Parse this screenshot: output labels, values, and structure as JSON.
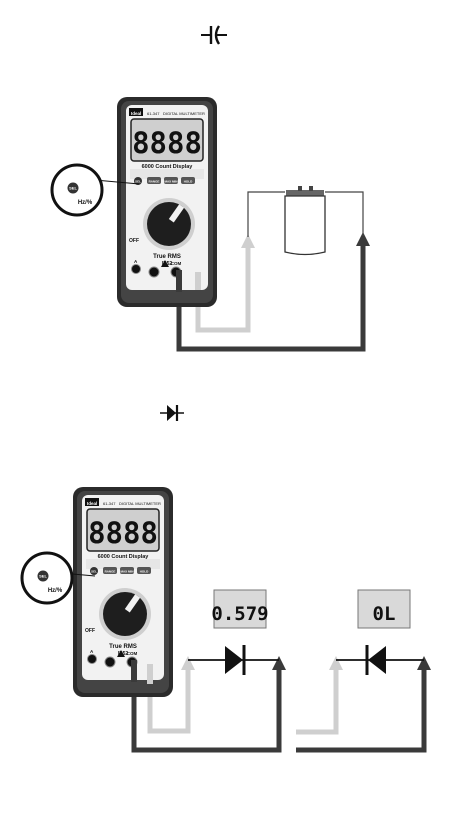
{
  "symbols": {
    "capacitor": "capacitor-symbol-icon",
    "diode": "diode-symbol-icon"
  },
  "meter": {
    "brand": "Ideal",
    "model": "61-347",
    "product": "DIGITAL MULTIMETER",
    "display_digits": "8888",
    "count_label": "6000 Count Display",
    "buttons": [
      "SEL",
      "RANGE",
      "MAX MIN",
      "HOLD"
    ],
    "inset_button": "SEL",
    "inset_units": "Hz/%",
    "true_rms": "True RMS",
    "ip_rating": "IP52",
    "off_label": "OFF",
    "com_label": "COM",
    "a_label": "A"
  },
  "readings": {
    "forward": "0.579",
    "reverse": "0L"
  },
  "colors": {
    "red_lead": "#cfcfcf",
    "black_lead": "#3a3a3a",
    "meter_body": "#2b2b2b",
    "lcd": "#d9d9d9"
  }
}
